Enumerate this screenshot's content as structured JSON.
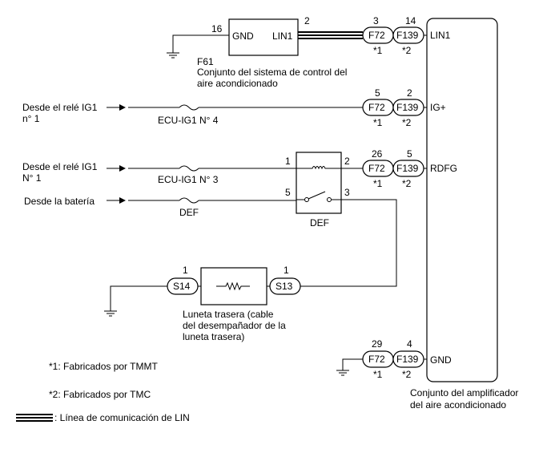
{
  "ac_control": {
    "pin_gnd_num": "16",
    "pin_lin_num": "2",
    "pin_gnd_label": "GND",
    "pin_lin_label": "LIN1",
    "ref": "F61",
    "name_line1": "Conjunto del sistema de control del",
    "name_line2": "aire acondicionado"
  },
  "amplifier": {
    "name_line1": "Conjunto del amplificador",
    "name_line2": "del aire acondicionado",
    "pins": [
      {
        "label": "LIN1",
        "f72_pin": "3",
        "f139_pin": "14"
      },
      {
        "label": "IG+",
        "f72_pin": "5",
        "f139_pin": "2"
      },
      {
        "label": "RDFG",
        "f72_pin": "26",
        "f139_pin": "5"
      },
      {
        "label": "GND",
        "f72_pin": "29",
        "f139_pin": "4"
      }
    ]
  },
  "connectors": {
    "f72": "F72",
    "f139": "F139",
    "f72_note": "*1",
    "f139_note": "*2",
    "s14": "S14",
    "s13": "S13",
    "s14_pin": "1",
    "s13_pin": "1"
  },
  "sources": {
    "ig1_1_line1": "Desde el relé IG1",
    "ig1_1_line2": "n° 1",
    "ig1_2_line1": "Desde el relé IG1",
    "ig1_2_line2": "N° 1",
    "battery": "Desde la batería"
  },
  "fuses": {
    "ecu_ig1_4": "ECU-IG1 N° 4",
    "ecu_ig1_3": "ECU-IG1 N° 3",
    "def": "DEF"
  },
  "relay": {
    "label": "DEF",
    "pin1": "1",
    "pin2": "2",
    "pin5": "5",
    "pin3": "3"
  },
  "rear_window": {
    "line1": "Luneta trasera (cable",
    "line2": "del desempañador de la",
    "line3": "luneta trasera)"
  },
  "notes": {
    "note1": "*1: Fabricados por TMMT",
    "note2": "*2: Fabricados por TMC"
  },
  "legend": {
    "lin_label": ": Línea de comunicación de LIN"
  }
}
